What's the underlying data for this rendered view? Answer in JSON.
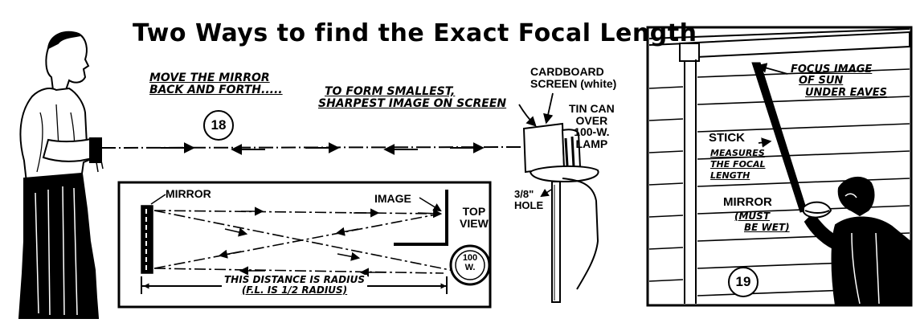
{
  "title": "Two Ways to find the Exact Focal Length",
  "figure18": {
    "number": "18",
    "move_line1": "MOVE THE MIRROR",
    "move_line2": "BACK AND FORTH",
    "dots": ".....",
    "form_line1": "TO FORM SMALLEST,",
    "form_line2": "SHARPEST IMAGE ON SCREEN",
    "screen_line1": "CARDBOARD",
    "screen_line2": "SCREEN (white)",
    "tin_line1": "TIN CAN",
    "tin_line2": "OVER",
    "tin_line3": "100-W.",
    "tin_line4": "LAMP",
    "hole_line1": "3/8\"",
    "hole_line2": "HOLE"
  },
  "inset": {
    "mirror_label": "MIRROR",
    "image_label": "IMAGE",
    "top_view_line1": "TOP",
    "top_view_line2": "VIEW",
    "lamp_line1": "100",
    "lamp_line2": "W.",
    "distance_line1": "THIS DISTANCE IS RADIUS",
    "distance_line2": "(F.L. IS 1/2 RADIUS)"
  },
  "figure19": {
    "number": "19",
    "focus_line1": "FOCUS IMAGE",
    "focus_line2": "OF SUN",
    "focus_line3": "UNDER EAVES",
    "stick_line1": "STICK",
    "stick_line2": "MEASURES",
    "stick_line3": "THE FOCAL",
    "stick_line4": "LENGTH",
    "mirror_line1": "MIRROR",
    "mirror_line2": "(MUST",
    "mirror_line3": "BE WET)"
  }
}
